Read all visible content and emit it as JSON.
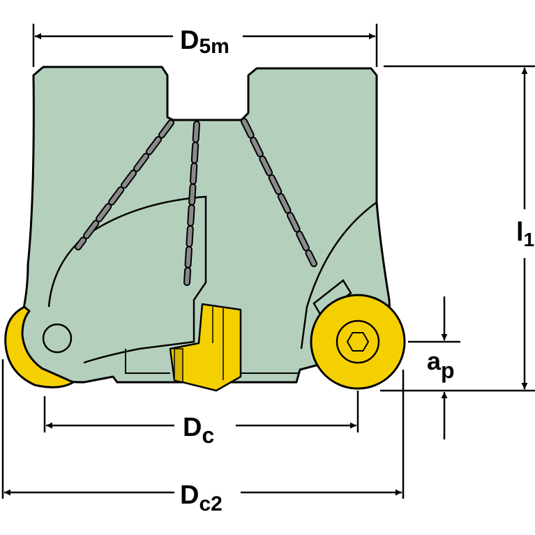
{
  "colors": {
    "body": "#b5cfbd",
    "outline": "#000000",
    "coolant": "#8a8a8a",
    "insert": "#f5d000",
    "insert_dark": "#d9b400",
    "background": "#ffffff"
  },
  "labels": {
    "d5m": {
      "main": "D",
      "sub": "5m"
    },
    "l1": {
      "main": "l",
      "sub": "1"
    },
    "ap": {
      "main": "a",
      "sub": "p"
    },
    "dc": {
      "main": "D",
      "sub": "c"
    },
    "dc2": {
      "main": "D",
      "sub": "c2"
    }
  },
  "icons": {
    "screw": "hex-socket-icon",
    "dimension_arrow": "arrow-icon"
  }
}
